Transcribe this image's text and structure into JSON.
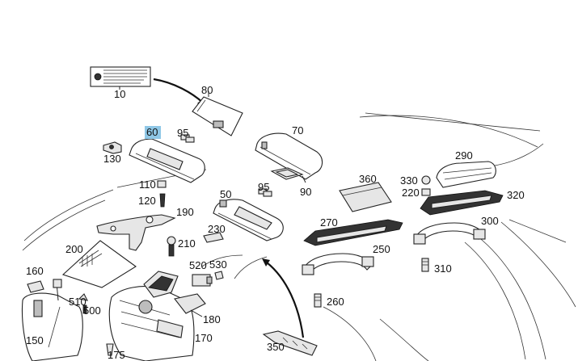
{
  "diagram": {
    "highlight_color": "#8fc7e6",
    "highlighted_part": "60",
    "labels": [
      {
        "id": "p10",
        "text": "10"
      },
      {
        "id": "p80",
        "text": "80"
      },
      {
        "id": "p60",
        "text": "60"
      },
      {
        "id": "p95a",
        "text": "95"
      },
      {
        "id": "p70",
        "text": "70"
      },
      {
        "id": "p130",
        "text": "130"
      },
      {
        "id": "p290",
        "text": "290"
      },
      {
        "id": "p360",
        "text": "360"
      },
      {
        "id": "p330",
        "text": "330"
      },
      {
        "id": "p220",
        "text": "220"
      },
      {
        "id": "p320",
        "text": "320"
      },
      {
        "id": "p110",
        "text": "110"
      },
      {
        "id": "p95b",
        "text": "95"
      },
      {
        "id": "p90",
        "text": "90"
      },
      {
        "id": "p120",
        "text": "120"
      },
      {
        "id": "p50",
        "text": "50"
      },
      {
        "id": "p190",
        "text": "190"
      },
      {
        "id": "p230",
        "text": "230"
      },
      {
        "id": "p270",
        "text": "270"
      },
      {
        "id": "p300",
        "text": "300"
      },
      {
        "id": "p210",
        "text": "210"
      },
      {
        "id": "p200",
        "text": "200"
      },
      {
        "id": "p250",
        "text": "250"
      },
      {
        "id": "p310",
        "text": "310"
      },
      {
        "id": "p520",
        "text": "520"
      },
      {
        "id": "p530",
        "text": "530"
      },
      {
        "id": "p160",
        "text": "160"
      },
      {
        "id": "p510",
        "text": "510"
      },
      {
        "id": "p500",
        "text": "500"
      },
      {
        "id": "p260",
        "text": "260"
      },
      {
        "id": "p180",
        "text": "180"
      },
      {
        "id": "p150",
        "text": "150"
      },
      {
        "id": "p170",
        "text": "170"
      },
      {
        "id": "p175",
        "text": "175"
      },
      {
        "id": "p350",
        "text": "350"
      }
    ]
  }
}
